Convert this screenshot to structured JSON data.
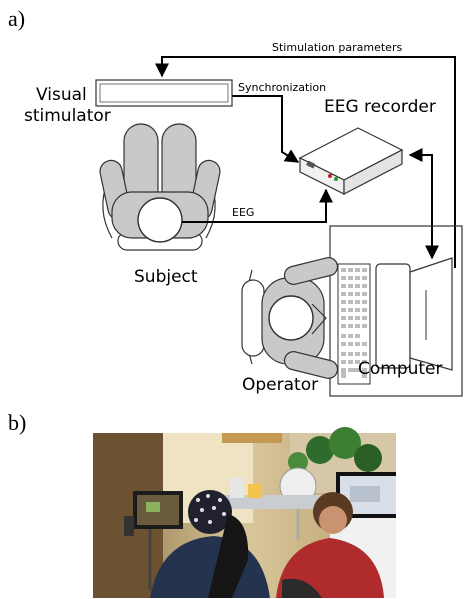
{
  "panels": {
    "a": "a)",
    "b": "b)"
  },
  "labels": {
    "stimulation_parameters": "Stimulation parameters",
    "synchronization": "Synchronization",
    "visual_stimulator_line1": "Visual",
    "visual_stimulator_line2": "stimulator",
    "eeg_recorder": "EEG recorder",
    "eeg": "EEG",
    "subject": "Subject",
    "operator": "Operator",
    "computer": "Computer"
  },
  "photo": {
    "subject": "photograph"
  }
}
